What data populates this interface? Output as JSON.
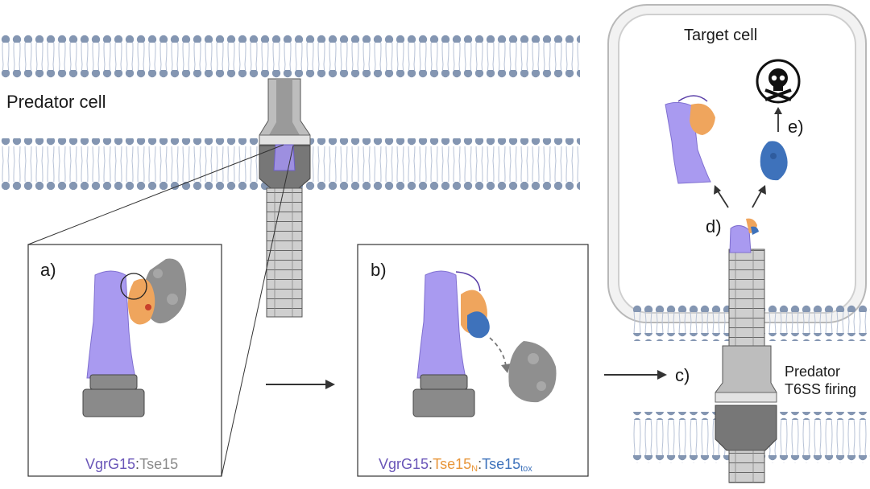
{
  "labels": {
    "predator_cell": "Predator cell",
    "target_cell": "Target cell",
    "panel_a": "a)",
    "panel_b": "b)",
    "step_c": "c)",
    "step_d": "d)",
    "step_e": "e)",
    "firing_line1": "Predator",
    "firing_line2": "T6SS firing"
  },
  "caption_a": {
    "vgrg": "VgrG15",
    "sep": ":",
    "tse": "Tse15"
  },
  "caption_b": {
    "vgrg": "VgrG15",
    "sep1": ":",
    "tse": "Tse15",
    "sub_n": "N",
    "sep2": ":",
    "tse2": "Tse15",
    "sub_tox": "tox"
  },
  "icons": [
    "skull-icon",
    "arrow-icon"
  ],
  "colors": {
    "vgrg": "#a89ae8",
    "tse15_n": "#f0a65a",
    "tse15_tox": "#3e72bb",
    "tse15_complex": "#9a9a9a",
    "membrane": "#8a9bb5",
    "tube": "#c4c4c4",
    "baseplate": "#777777"
  }
}
